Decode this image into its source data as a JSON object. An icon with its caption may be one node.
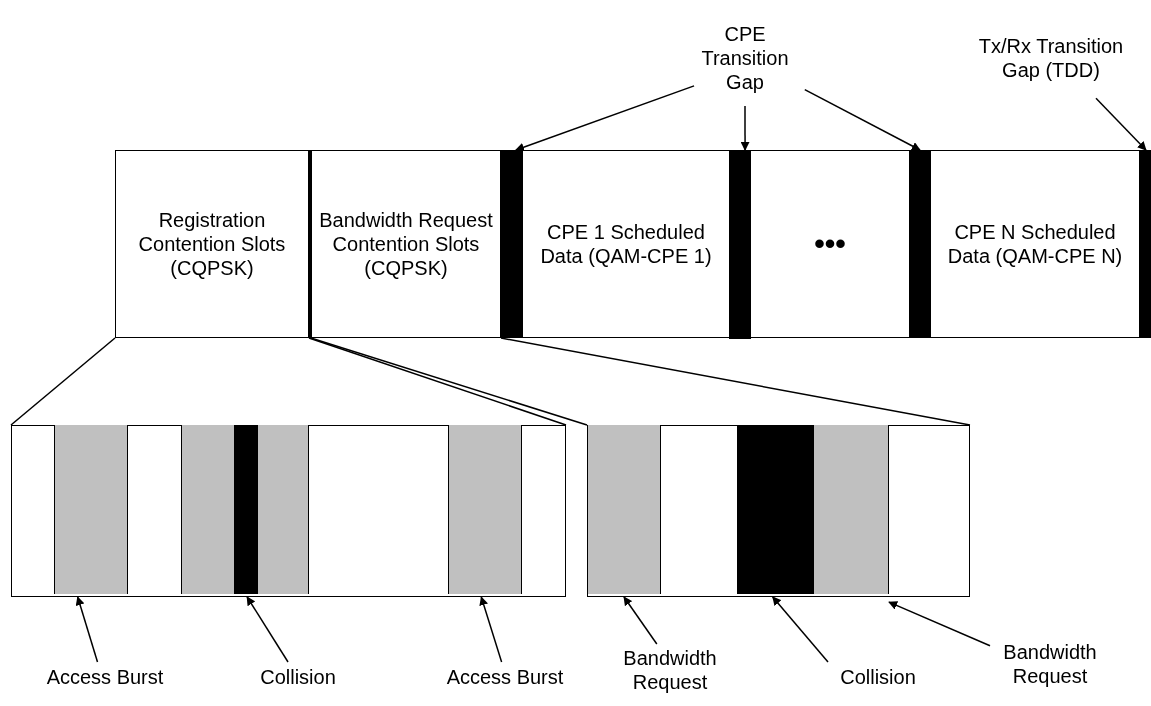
{
  "diagram": {
    "nodes": [
      {
        "text": [
          "Registration Contention Slots (CQPSK)"
        ]
      },
      {
        "text": [
          "Bandwidth Request Contention Slots (CQPSK)"
        ]
      },
      {
        "text": [],
        "shape": "bar"
      },
      {
        "text": [
          "CPE 1 Scheduled Data (QAM-CPE 1)"
        ]
      },
      {
        "text": [],
        "shape": "bar"
      },
      {
        "text": [
          "•••"
        ]
      },
      {
        "text": [],
        "shape": "bar"
      },
      {
        "text": [
          "CPE N Scheduled Data (QAM-CPE N)"
        ]
      },
      {
        "text": [],
        "shape": "bar"
      },
      {
        "text": [
          "CPE Transition Gap"
        ]
      },
      {
        "text": [
          "Tx/Rx Transition Gap (TDD)"
        ]
      },
      {
        "text": [],
        "shape": "box"
      },
      {
        "text": [],
        "shape": "bar",
        "in": 11
      },
      {
        "text": [],
        "shape": "bar",
        "in": 11
      },
      {
        "text": [],
        "shape": "bar",
        "in": 11
      },
      {
        "text": [],
        "shape": "bar",
        "in": 11
      },
      {
        "text": [],
        "shape": "bar",
        "in": 11
      },
      {
        "text": [],
        "shape": "box"
      },
      {
        "text": [],
        "shape": "bar",
        "in": 17
      },
      {
        "text": [],
        "shape": "bar",
        "in": 17
      },
      {
        "text": [],
        "shape": "bar",
        "in": 17
      },
      {
        "text": [
          "Access Burst"
        ]
      },
      {
        "text": [
          "Collision"
        ]
      },
      {
        "text": [
          "Access Burst"
        ]
      },
      {
        "text": [
          "Bandwidth Request"
        ]
      },
      {
        "text": [
          "Collision"
        ]
      },
      {
        "text": [
          "Bandwidth Request"
        ]
      }
    ],
    "edges": [
      {
        "from": 9,
        "to": 2,
        "arrow": "to"
      },
      {
        "from": 9,
        "to": 4,
        "arrow": "to"
      },
      {
        "from": 9,
        "to": 6,
        "arrow": "to"
      },
      {
        "from": 10,
        "to": 8,
        "arrow": "to"
      },
      {
        "from": 0,
        "to": 11,
        "arrow": "none"
      },
      {
        "from": 0,
        "to": 11,
        "arrow": "none"
      },
      {
        "from": 1,
        "to": 17,
        "arrow": "none"
      },
      {
        "from": 1,
        "to": 17,
        "arrow": "none"
      },
      {
        "from": 21,
        "to": 12,
        "arrow": "to"
      },
      {
        "from": 22,
        "to": 14,
        "arrow": "to"
      },
      {
        "from": 23,
        "to": 16,
        "arrow": "to"
      },
      {
        "from": 24,
        "to": 18,
        "arrow": "to"
      },
      {
        "from": 25,
        "to": 19,
        "arrow": "to"
      },
      {
        "from": 26,
        "to": 20,
        "arrow": "to"
      }
    ]
  }
}
